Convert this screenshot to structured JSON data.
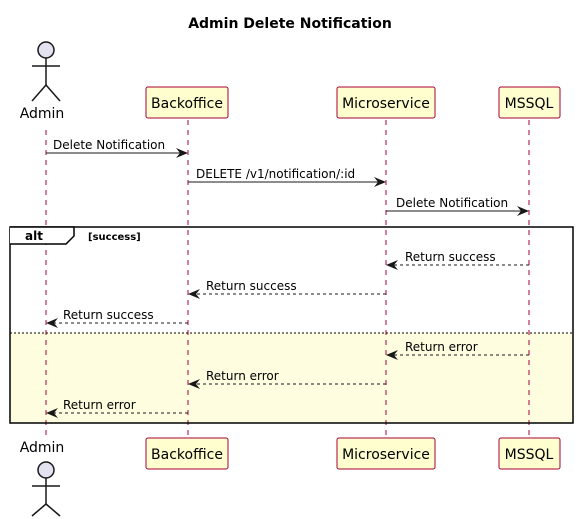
{
  "title": "Admin Delete Notification",
  "participants": [
    {
      "id": "admin",
      "label": "Admin",
      "kind": "actor"
    },
    {
      "id": "backoffice",
      "label": "Backoffice",
      "kind": "participant"
    },
    {
      "id": "microservice",
      "label": "Microservice",
      "kind": "participant"
    },
    {
      "id": "mssql",
      "label": "MSSQL",
      "kind": "participant"
    }
  ],
  "messages": [
    {
      "from": "admin",
      "to": "backoffice",
      "label": "Delete Notification",
      "style": "solid"
    },
    {
      "from": "backoffice",
      "to": "microservice",
      "label": "DELETE /v1/notification/:id",
      "style": "solid"
    },
    {
      "from": "microservice",
      "to": "mssql",
      "label": "Delete Notification",
      "style": "solid"
    },
    {
      "from": "mssql",
      "to": "microservice",
      "label": "Return success",
      "style": "dashed",
      "section": "success"
    },
    {
      "from": "microservice",
      "to": "backoffice",
      "label": "Return success",
      "style": "dashed",
      "section": "success"
    },
    {
      "from": "backoffice",
      "to": "admin",
      "label": "Return success",
      "style": "dashed",
      "section": "success"
    },
    {
      "from": "mssql",
      "to": "microservice",
      "label": "Return error",
      "style": "dashed",
      "section": "else"
    },
    {
      "from": "microservice",
      "to": "backoffice",
      "label": "Return error",
      "style": "dashed",
      "section": "else"
    },
    {
      "from": "backoffice",
      "to": "admin",
      "label": "Return error",
      "style": "dashed",
      "section": "else"
    }
  ],
  "alt_fragment": {
    "keyword": "alt",
    "guard": "[success]"
  },
  "colors": {
    "participant_fill": "#fefece",
    "participant_border": "#a80036",
    "lifeline": "#a80036",
    "else_fill": "#fffde0",
    "frame_stroke": "#000000"
  }
}
